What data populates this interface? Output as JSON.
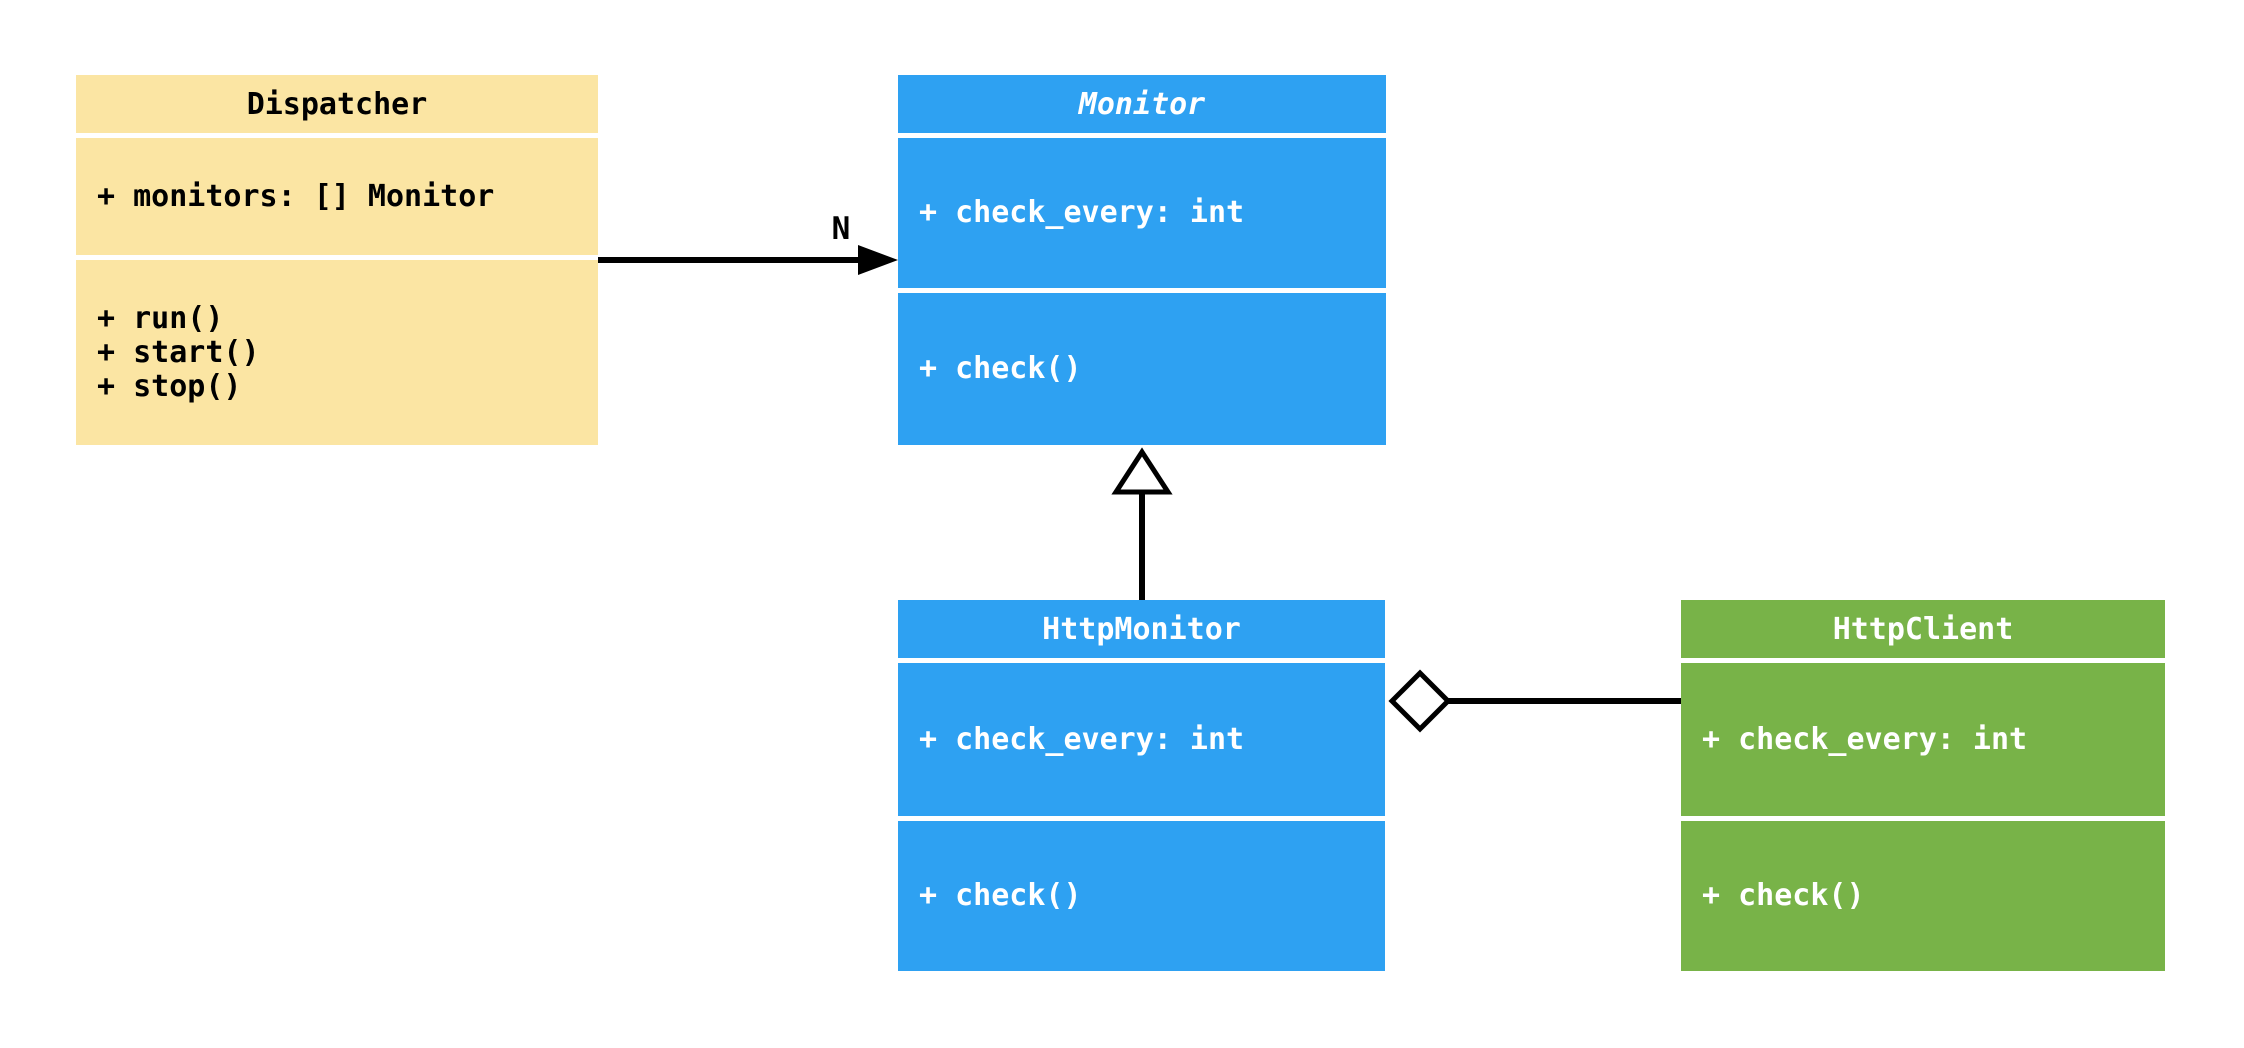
{
  "diagram": {
    "type": "uml-class-diagram",
    "background": "#FFFFFF",
    "connector_color": "#000000",
    "classes": [
      {
        "name": "Dispatcher",
        "abstract": false,
        "fill": "#FBE5A3",
        "text_color": "#000000",
        "attributes": [
          "+ monitors: [] Monitor"
        ],
        "methods": [
          "+ run()",
          "+ start()",
          "+ stop()"
        ]
      },
      {
        "name": "Monitor",
        "abstract": true,
        "fill": "#2EA1F2",
        "text_color": "#FFFFFF",
        "attributes": [
          "+ check_every: int"
        ],
        "methods": [
          "+ check()"
        ]
      },
      {
        "name": "HttpMonitor",
        "abstract": false,
        "fill": "#2EA1F2",
        "text_color": "#FFFFFF",
        "attributes": [
          "+ check_every: int"
        ],
        "methods": [
          "+ check()"
        ]
      },
      {
        "name": "HttpClient",
        "abstract": false,
        "fill": "#78B348",
        "text_color": "#FFFFFF",
        "attributes": [
          "+ check_every: int"
        ],
        "methods": [
          "+ check()"
        ]
      }
    ],
    "relationships": [
      {
        "type": "association",
        "from": "Dispatcher",
        "to": "Monitor",
        "label": "N"
      },
      {
        "type": "inheritance",
        "from": "HttpMonitor",
        "to": "Monitor",
        "label": ""
      },
      {
        "type": "aggregation",
        "from": "HttpMonitor",
        "to": "HttpClient",
        "label": ""
      }
    ]
  }
}
